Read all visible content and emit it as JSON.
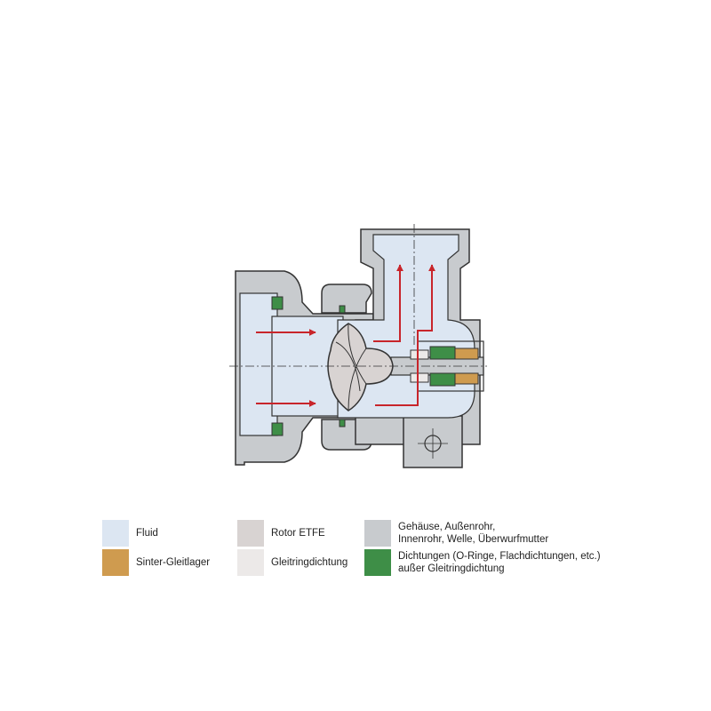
{
  "colors": {
    "fluid": "#dce6f2",
    "bearing": "#cf9b4f",
    "rotor": "#d8d3d2",
    "mech_seal": "#ece9e8",
    "housing": "#c8cbce",
    "seals": "#3e8e47",
    "flow_arrow": "#c8252b",
    "outline": "#333333"
  },
  "legend": [
    {
      "key": "fluid",
      "label": "Fluid"
    },
    {
      "key": "bearing",
      "label": "Sinter-Gleitlager"
    },
    {
      "key": "rotor",
      "label": "Rotor ETFE"
    },
    {
      "key": "mech_seal",
      "label": "Gleitringdichtung"
    },
    {
      "key": "housing",
      "label": "Gehäuse, Außenrohr,",
      "label2": "Innenrohr, Welle, Überwurfmutter"
    },
    {
      "key": "seals",
      "label": "Dichtungen (O-Ringe, Flachdichtungen, etc.)",
      "label2": "außer Gleitringdichtung"
    }
  ]
}
